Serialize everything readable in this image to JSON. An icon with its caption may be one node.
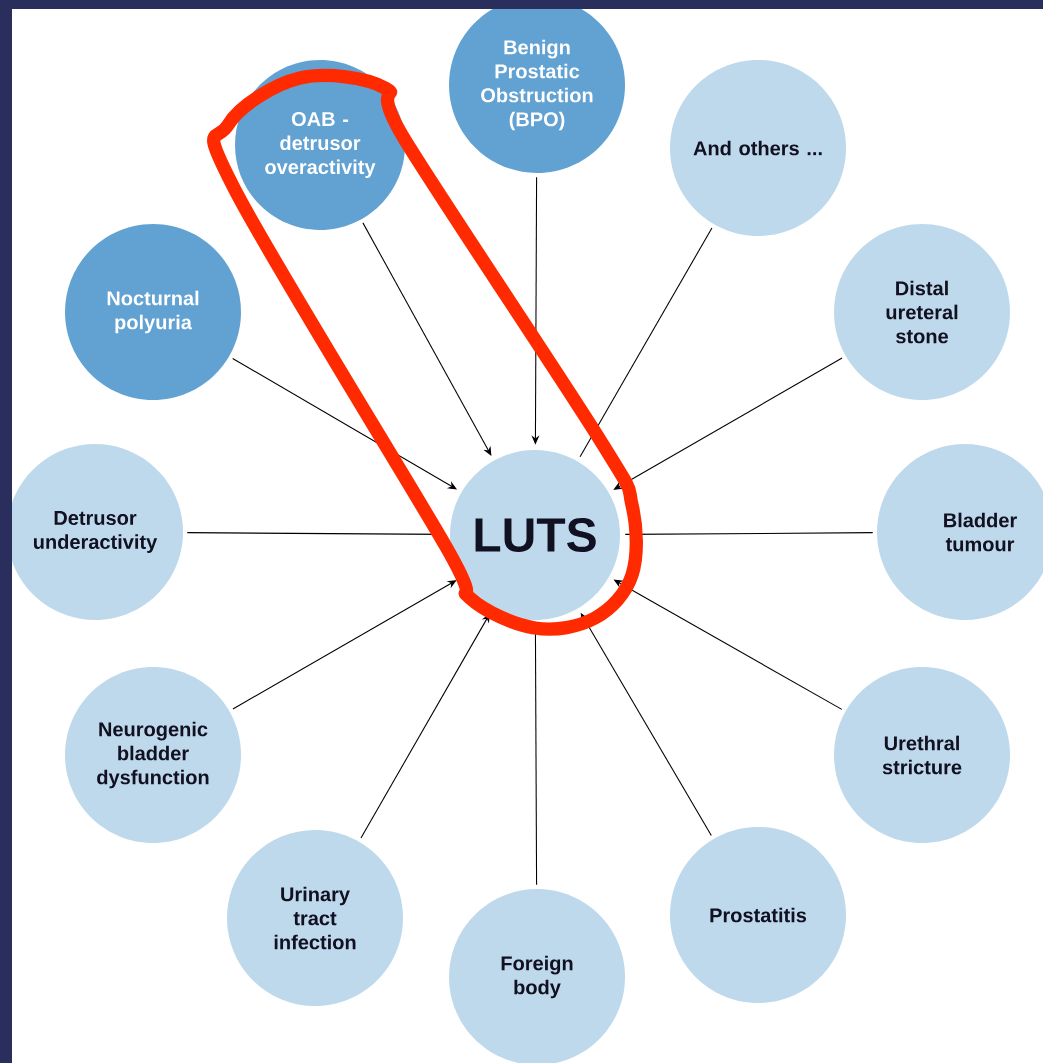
{
  "diagram": {
    "nodes": [
      {
        "text": [
          "Benign Prostatic Obstruction (BPO)"
        ]
      },
      {
        "text": [
          "OAB - detrusor overactivity"
        ]
      },
      {
        "text": [
          "And others ..."
        ]
      },
      {
        "text": [
          "Nocturnal polyuria"
        ]
      },
      {
        "text": [
          "Distal ureteral stone"
        ]
      },
      {
        "text": [
          "Detrusor underactivity"
        ]
      },
      {
        "text": [
          "LUTS"
        ]
      },
      {
        "text": [
          "Bladder tumour"
        ]
      },
      {
        "text": [
          "Neurogenic bladder dysfunction"
        ]
      },
      {
        "text": [
          "Urethral stricture"
        ]
      },
      {
        "text": [
          "Urinary tract infection"
        ]
      },
      {
        "text": [
          "Prostatitis"
        ]
      },
      {
        "text": [
          "Foreign body"
        ]
      }
    ],
    "edges": [
      {
        "from": 0,
        "to": 6,
        "arrow": "to"
      },
      {
        "from": 1,
        "to": 6,
        "arrow": "to"
      },
      {
        "from": 2,
        "to": 6,
        "arrow": "none"
      },
      {
        "from": 3,
        "to": 6,
        "arrow": "to"
      },
      {
        "from": 4,
        "to": 6,
        "arrow": "to"
      },
      {
        "from": 5,
        "to": 6,
        "arrow": "none"
      },
      {
        "from": 7,
        "to": 6,
        "arrow": "none"
      },
      {
        "from": 8,
        "to": 6,
        "arrow": "to"
      },
      {
        "from": 9,
        "to": 6,
        "arrow": "to"
      },
      {
        "from": 10,
        "to": 6,
        "arrow": "to"
      },
      {
        "from": 11,
        "to": 6,
        "arrow": "to"
      },
      {
        "from": 12,
        "to": 6,
        "arrow": "to"
      }
    ]
  }
}
